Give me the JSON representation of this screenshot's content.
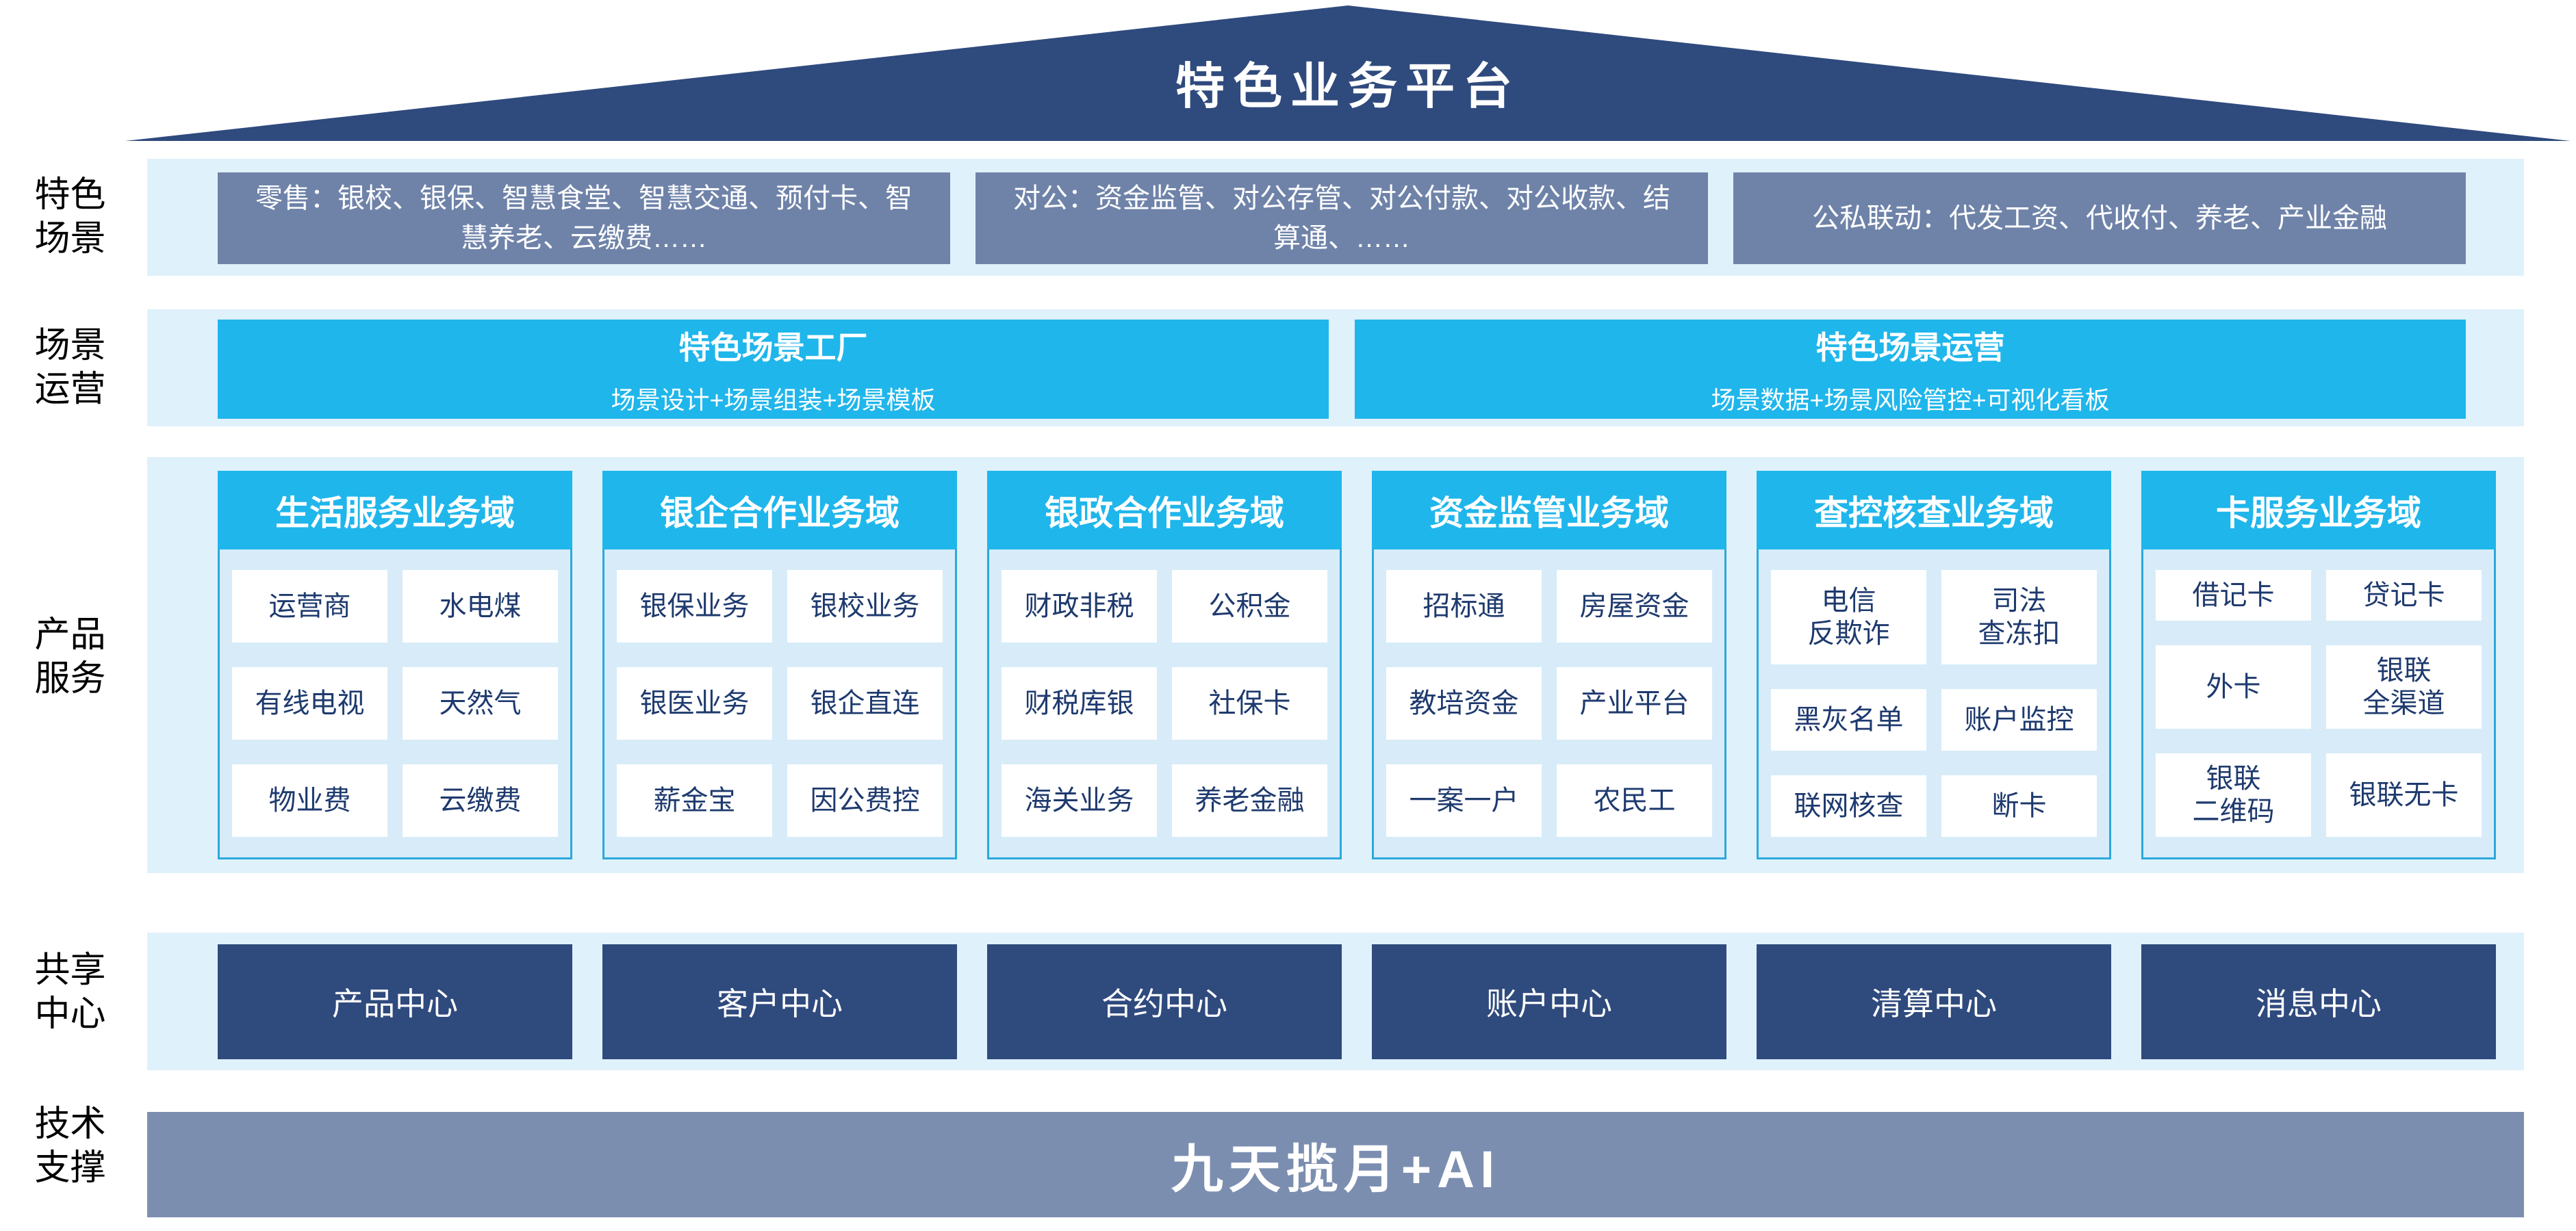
{
  "banner": {
    "title": "特色业务平台"
  },
  "side_labels": [
    "特色\n场景",
    "场景\n运营",
    "产品\n服务",
    "共享\n中心",
    "技术\n支撑"
  ],
  "scene_boxes": [
    "零售：银校、银保、智慧食堂、智慧交通、预付卡、智慧养老、云缴费……",
    "对公：资金监管、对公存管、对公付款、对公收款、结算通、……",
    "公私联动：代发工资、代收付、养老、产业金融"
  ],
  "operation_boxes": [
    {
      "title": "特色场景工厂",
      "subtitle": "场景设计+场景组装+场景模板"
    },
    {
      "title": "特色场景运营",
      "subtitle": "场景数据+场景风险管控+可视化看板"
    }
  ],
  "product_columns": [
    {
      "header": "生活服务业务域",
      "cells": [
        "运营商",
        "水电煤",
        "有线电视",
        "天然气",
        "物业费",
        "云缴费"
      ]
    },
    {
      "header": "银企合作业务域",
      "cells": [
        "银保业务",
        "银校业务",
        "银医业务",
        "银企直连",
        "薪金宝",
        "因公费控"
      ]
    },
    {
      "header": "银政合作业务域",
      "cells": [
        "财政非税",
        "公积金",
        "财税库银",
        "社保卡",
        "海关业务",
        "养老金融"
      ]
    },
    {
      "header": "资金监管业务域",
      "cells": [
        "招标通",
        "房屋资金",
        "教培资金",
        "产业平台",
        "一案一户",
        "农民工"
      ]
    },
    {
      "header": "查控核查业务域",
      "cells": [
        "电信\n反欺诈",
        "司法\n查冻扣",
        "黑灰名单",
        "账户监控",
        "联网核查",
        "断卡"
      ]
    },
    {
      "header": "卡服务业务域",
      "cells": [
        "借记卡",
        "贷记卡",
        "外卡",
        "银联\n全渠道",
        "银联\n二维码",
        "银联无卡"
      ]
    }
  ],
  "shared_centers": [
    "产品中心",
    "客户中心",
    "合约中心",
    "账户中心",
    "清算中心",
    "消息中心"
  ],
  "tech_bar": {
    "text": "九天揽月+AI"
  },
  "colors": {
    "navy": "#2F4A7D",
    "slate": "#6F83A9",
    "slate_light": "#7C8EB0",
    "cyan": "#1FB6EB",
    "band_blue": "#DFF1FB",
    "panel_blue": "#D7ECF8",
    "panel_border": "#2CA8DD",
    "cell_text": "#1E3A6E"
  }
}
